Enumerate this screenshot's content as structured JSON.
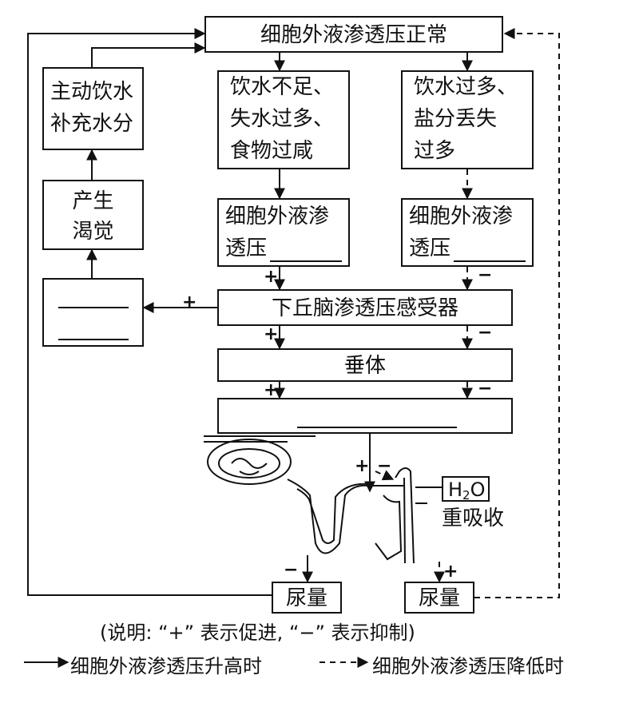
{
  "top_box": "细胞外液渗透压正常",
  "left_col": {
    "drink": [
      "主动饮水",
      "补充水分"
    ],
    "thirst": [
      "产生",
      "渴觉"
    ],
    "blank_box": "blank"
  },
  "mid_col": {
    "cause": [
      "饮水不足、",
      "失水过多、",
      "食物过咸"
    ],
    "osm": [
      "细胞外液渗",
      "透压"
    ]
  },
  "right_col": {
    "cause": [
      "饮水过多、",
      "盐分丢失",
      "过多"
    ],
    "osm": [
      "细胞外液渗",
      "透压"
    ]
  },
  "receptor": "下丘脑渗透压感受器",
  "pituitary": "垂体",
  "signs": {
    "plus": "+",
    "minus": "−"
  },
  "kidney": {
    "h2o": "H",
    "h2o_sub": "2",
    "h2o_o": "O",
    "reabsorb": "重吸收"
  },
  "urine_left": "尿量",
  "urine_right": "尿量",
  "note": "(说明: “+” 表示促进, “−” 表示抑制)",
  "legend": {
    "solid": "细胞外液渗透压升高时",
    "dashed": "细胞外液渗透压降低时"
  }
}
